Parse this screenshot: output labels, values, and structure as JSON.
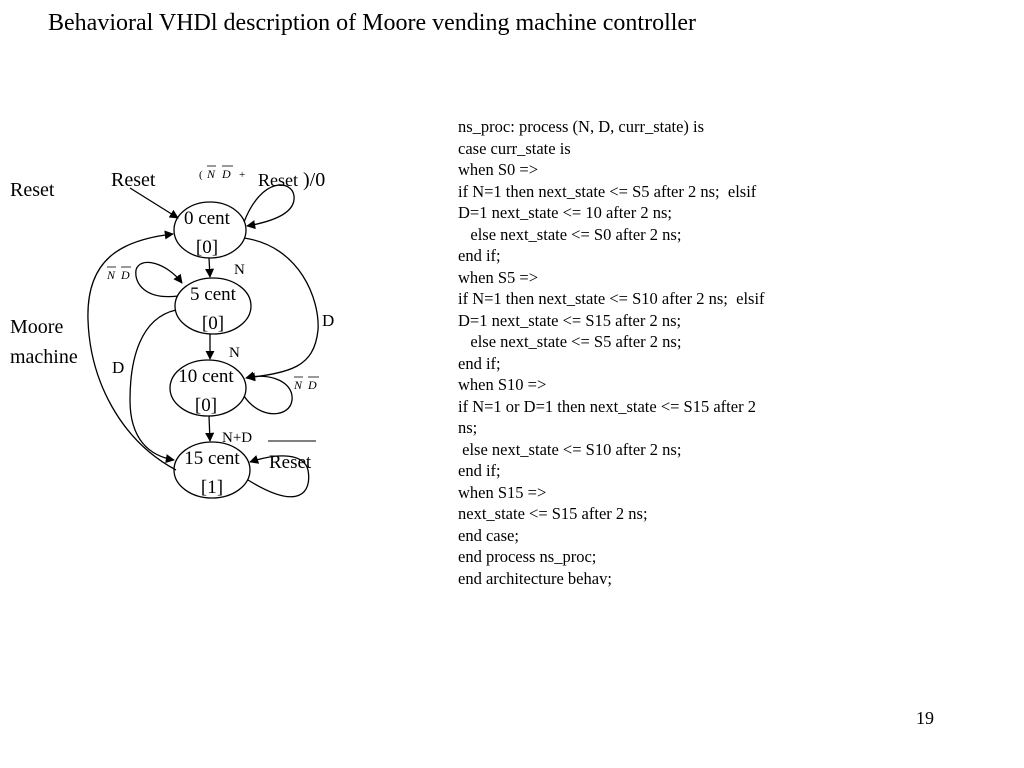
{
  "title": "Behavioral VHDl description of Moore vending machine controller",
  "diagram": {
    "labels": {
      "reset_left": "Reset",
      "reset_arrow": "Reset",
      "moore": "Moore",
      "machine": "machine"
    },
    "states": [
      {
        "name": "0 cent",
        "output": "[0]"
      },
      {
        "name": "5 cent",
        "output": "[0]"
      },
      {
        "name": "10 cent",
        "output": "[0]"
      },
      {
        "name": "15 cent",
        "output": "[1]"
      }
    ],
    "edges": {
      "s0_self": {
        "open": "(",
        "n": "N",
        "d": "D",
        "plus": "+",
        "reset": "Reset",
        "close": ")/0"
      },
      "s5_self": {
        "n": "N",
        "d": "D"
      },
      "s10_self": {
        "n": "N",
        "d": "D"
      },
      "s0_s5": "N",
      "s5_s10": "N",
      "s10_s15": "N+D",
      "s0_s10": "D",
      "s5_s15": "D",
      "s15_self": "Reset"
    }
  },
  "code_lines": [
    "ns_proc: process (N, D, curr_state) is",
    "case curr_state is",
    "when S0 =>",
    "if N=1 then next_state <= S5 after 2 ns;  elsif",
    "D=1 next_state <= 10 after 2 ns;",
    "   else next_state <= S0 after 2 ns;",
    "end if;",
    "when S5 =>",
    "if N=1 then next_state <= S10 after 2 ns;  elsif",
    "D=1 next_state <= S15 after 2 ns;",
    "   else next_state <= S5 after 2 ns;",
    "end if;",
    "when S10 =>",
    "if N=1 or D=1 then next_state <= S15 after 2",
    "ns;",
    " else next_state <= S10 after 2 ns;",
    "end if;",
    "when S15 =>",
    "next_state <= S15 after 2 ns;",
    "end case;",
    "end process ns_proc;",
    "end architecture behav;"
  ],
  "page_number": "19"
}
